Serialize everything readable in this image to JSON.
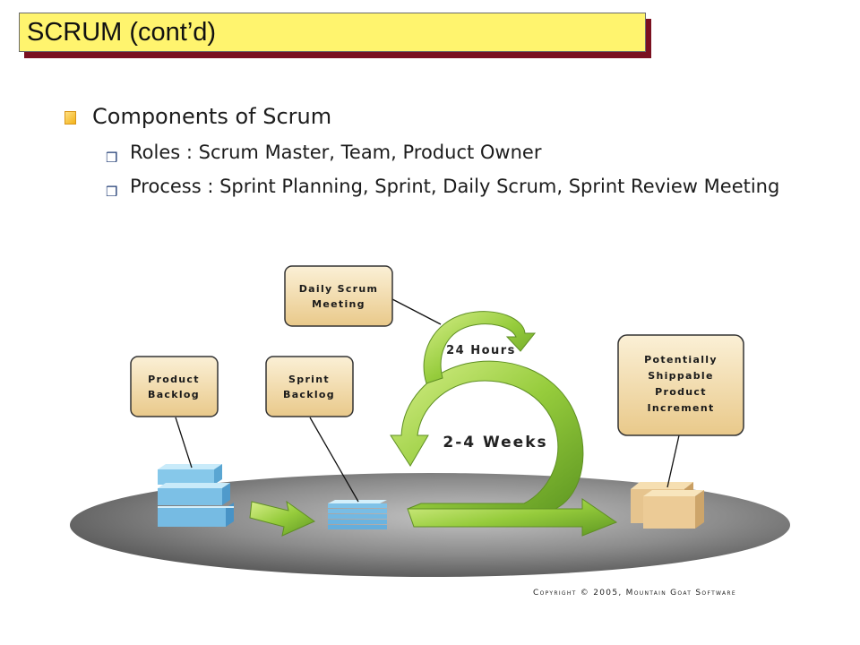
{
  "slide": {
    "title": "SCRUM (cont’d)",
    "bullets": {
      "heading": "Components of Scrum",
      "items": [
        "Roles : Scrum Master, Team, Product Owner",
        "Process : Sprint Planning, Sprint, Daily Scrum, Sprint Review Meeting"
      ]
    }
  },
  "diagram": {
    "labels": {
      "daily_scrum": [
        "Daily Scrum",
        "Meeting"
      ],
      "product_backlog": [
        "Product",
        "Backlog"
      ],
      "sprint_backlog": [
        "Sprint",
        "Backlog"
      ],
      "increment": [
        "Potentially",
        "Shippable",
        "Product",
        "Increment"
      ],
      "hours": "24 Hours",
      "weeks": "2-4 Weeks"
    },
    "copyright": "Copyright © 2005, Mountain Goat Software"
  },
  "colors": {
    "title_bg": "#fff46e",
    "title_shadow": "#7a1020",
    "label_box": "#f5e2bd",
    "arrow_green": "#8cc63f",
    "backlog_blue": "#7cc4ea",
    "box_tan": "#e8c690"
  }
}
